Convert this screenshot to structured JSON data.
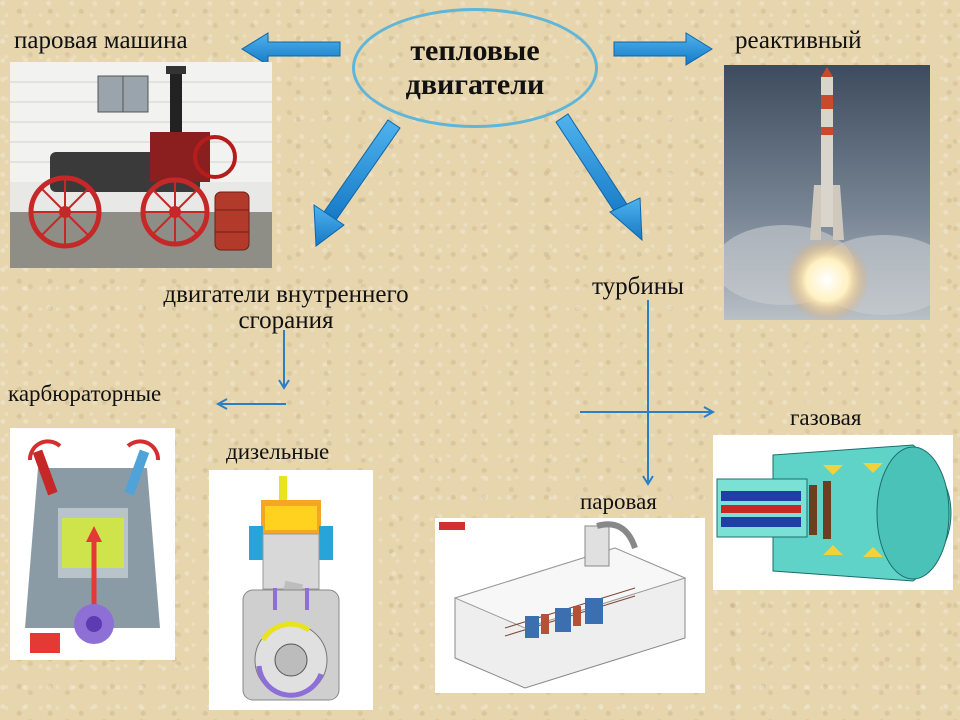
{
  "center": {
    "title_line1": "тепловые",
    "title_line2": "двигатели"
  },
  "labels": {
    "steam_machine": "паровая машина",
    "jet": "реактивный",
    "ice_line1": "двигатели внутреннего",
    "ice_line2": "сгорания",
    "turbines": "турбины",
    "carburetor": "карбюраторные",
    "diesel": "дизельные",
    "steam_turbine": "паровая",
    "gas_turbine": "газовая"
  },
  "colors": {
    "big_arrow": "#1e8fd6",
    "thin_arrow": "#2b7fc7",
    "ellipse": "#5fb6d8"
  }
}
